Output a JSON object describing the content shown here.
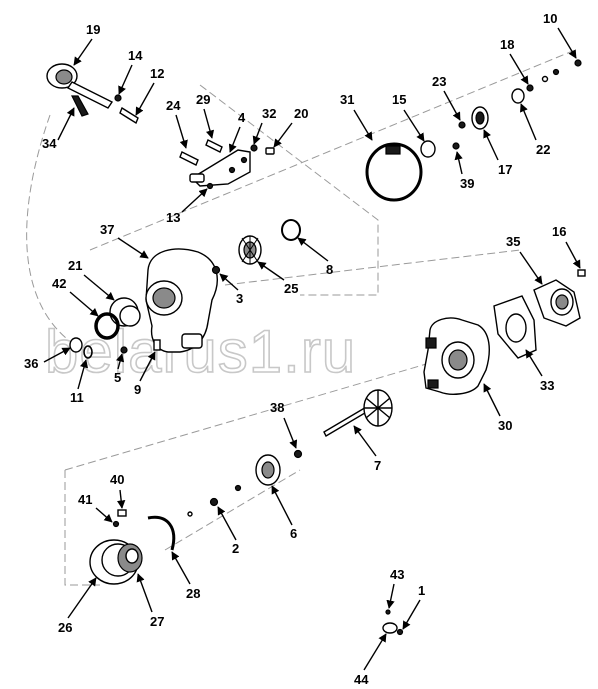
{
  "watermark": "belarus1.ru",
  "callouts": {
    "c1": "1",
    "c2": "2",
    "c3": "3",
    "c4": "4",
    "c5": "5",
    "c6": "6",
    "c7": "7",
    "c8": "8",
    "c9": "9",
    "c10": "10",
    "c11": "11",
    "c12": "12",
    "c13": "13",
    "c14": "14",
    "c15": "15",
    "c16": "16",
    "c17": "17",
    "c18": "18",
    "c19": "19",
    "c20": "20",
    "c21": "21",
    "c22": "22",
    "c23": "23",
    "c24": "24",
    "c25": "25",
    "c26": "26",
    "c27": "27",
    "c28": "28",
    "c29": "29",
    "c30": "30",
    "c31": "31",
    "c32": "32",
    "c33": "33",
    "c34": "34",
    "c35": "35",
    "c36": "36",
    "c37": "37",
    "c38": "38",
    "c39": "39",
    "c40": "40",
    "c41": "41",
    "c42": "42",
    "c43": "43",
    "c44": "44"
  }
}
